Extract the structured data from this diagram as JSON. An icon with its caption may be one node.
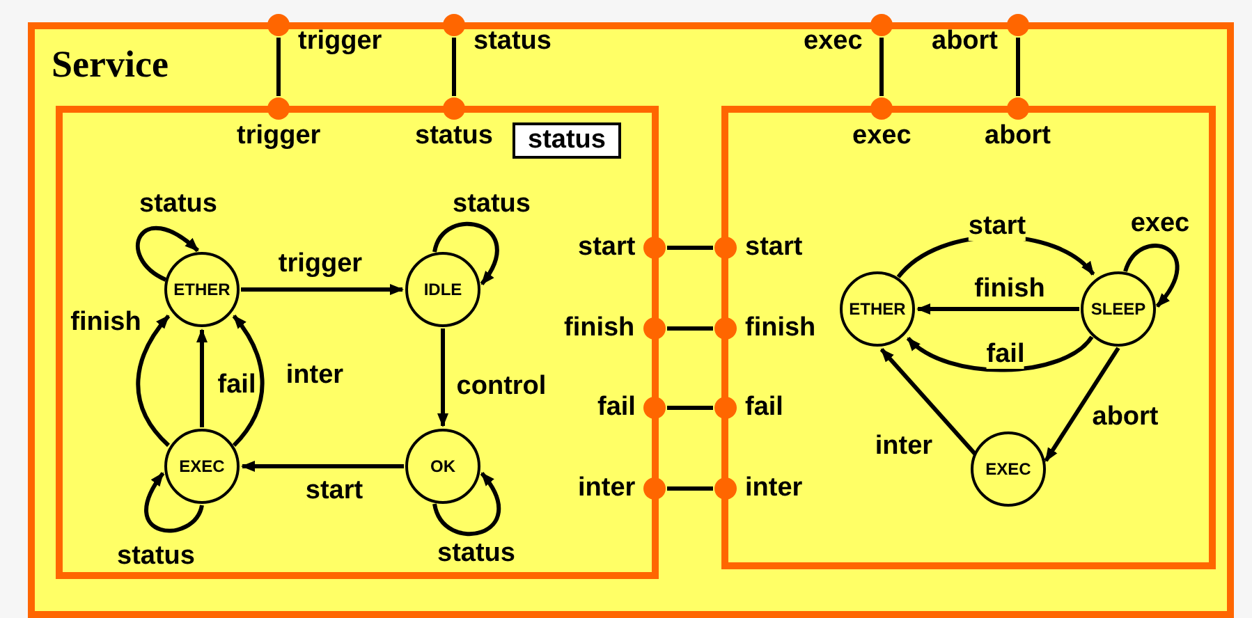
{
  "diagram": {
    "nodes": [
      {
        "text": [
          "Service"
        ]
      },
      {
        "text": [
          "trigger"
        ]
      },
      {
        "text": [
          "status"
        ]
      },
      {
        "text": [
          "exec"
        ]
      },
      {
        "text": [
          "abort"
        ]
      },
      {
        "text": [],
        "shape": "box",
        "in": 0
      },
      {
        "text": [
          "trigger"
        ],
        "in": 0
      },
      {
        "text": [
          "status"
        ],
        "in": 0
      },
      {
        "text": [
          "status"
        ],
        "in": 5
      },
      {
        "text": [
          "ETHER"
        ],
        "in": 5
      },
      {
        "text": [
          "IDLE"
        ],
        "in": 5
      },
      {
        "text": [],
        "shape": "box",
        "in": 0
      },
      {
        "text": [
          "exec"
        ],
        "in": 0
      },
      {
        "text": [
          "abort"
        ],
        "in": 0
      },
      {
        "text": [
          "start"
        ],
        "in": 0
      },
      {
        "text": [
          "start"
        ],
        "in": 0
      },
      {
        "text": [
          "finish"
        ],
        "in": 0
      },
      {
        "text": [
          "finish"
        ],
        "in": 0
      },
      {
        "text": [
          "fail"
        ],
        "in": 0
      },
      {
        "text": [
          "fail"
        ],
        "in": 0
      },
      {
        "text": [
          "inter"
        ],
        "in": 0
      },
      {
        "text": [
          "inter"
        ],
        "in": 0
      },
      {
        "text": [
          "ETHER"
        ],
        "in": 11
      },
      {
        "text": [
          "SLEEP"
        ],
        "in": 11
      },
      {
        "text": [
          "OK"
        ],
        "in": 5
      },
      {
        "text": [
          "EXEC"
        ],
        "in": 5
      },
      {
        "text": [
          "EXEC"
        ],
        "in": 11
      }
    ],
    "edges": [
      {
        "from": 1,
        "to": 6,
        "arrow": "none"
      },
      {
        "from": 2,
        "to": 7,
        "arrow": "none"
      },
      {
        "from": 3,
        "to": 12,
        "arrow": "none"
      },
      {
        "from": 4,
        "to": 13,
        "arrow": "none"
      },
      {
        "from": 14,
        "to": 15,
        "arrow": "none"
      },
      {
        "from": 16,
        "to": 17,
        "arrow": "none"
      },
      {
        "from": 18,
        "to": 19,
        "arrow": "none"
      },
      {
        "from": 20,
        "to": 21,
        "arrow": "none"
      },
      {
        "from": 9,
        "to": 9,
        "arrow": "to",
        "label": "status"
      },
      {
        "from": 9,
        "to": 10,
        "arrow": "to",
        "label": "trigger"
      },
      {
        "from": 10,
        "to": 10,
        "arrow": "to",
        "label": "status"
      },
      {
        "from": 10,
        "to": 24,
        "arrow": "to",
        "label": "control"
      },
      {
        "from": 24,
        "to": 24,
        "arrow": "to",
        "label": "status"
      },
      {
        "from": 24,
        "to": 25,
        "arrow": "to",
        "label": "start"
      },
      {
        "from": 25,
        "to": 25,
        "arrow": "to",
        "label": "status"
      },
      {
        "from": 25,
        "to": 9,
        "arrow": "to",
        "label": "finish"
      },
      {
        "from": 25,
        "to": 9,
        "arrow": "to",
        "label": "fail"
      },
      {
        "from": 25,
        "to": 9,
        "arrow": "to",
        "label": "inter"
      },
      {
        "from": 22,
        "to": 23,
        "arrow": "to",
        "label": "start"
      },
      {
        "from": 23,
        "to": 23,
        "arrow": "to",
        "label": "exec"
      },
      {
        "from": 23,
        "to": 22,
        "arrow": "to",
        "label": "finish"
      },
      {
        "from": 23,
        "to": 22,
        "arrow": "to",
        "label": "fail"
      },
      {
        "from": 23,
        "to": 26,
        "arrow": "to",
        "label": "abort"
      },
      {
        "from": 26,
        "to": 22,
        "arrow": "to",
        "label": "inter"
      }
    ]
  }
}
